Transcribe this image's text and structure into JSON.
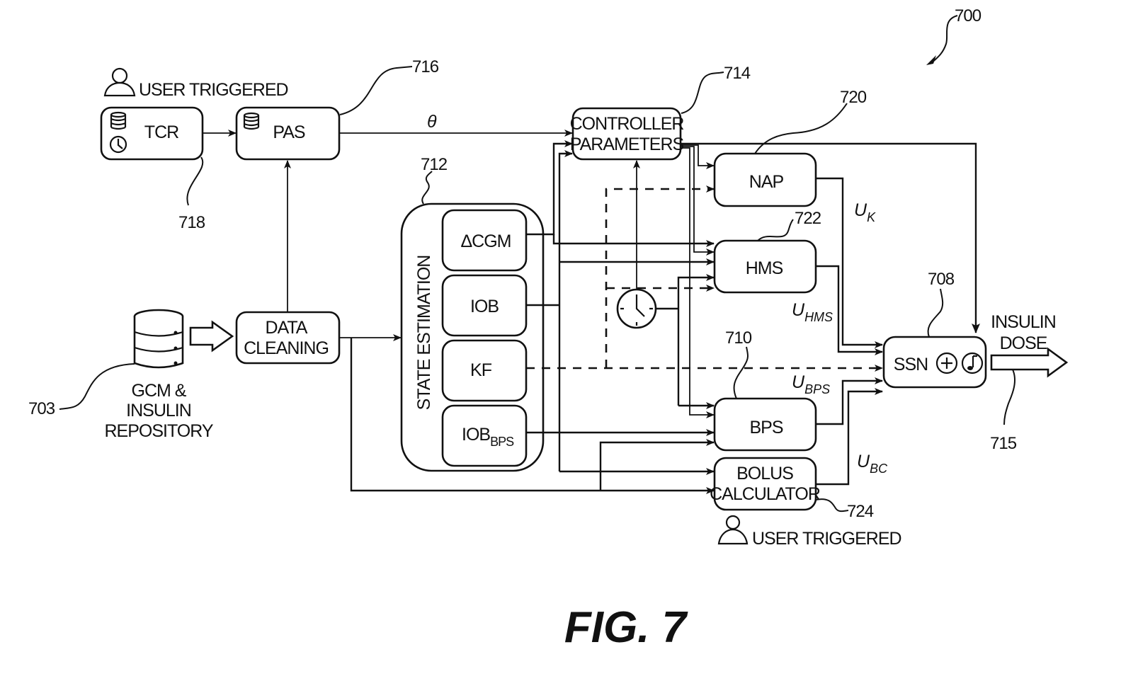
{
  "figure": {
    "caption": "FIG. 7",
    "reference": "700"
  },
  "blocks": {
    "tcr": {
      "label": "TCR",
      "ref": "718"
    },
    "pas": {
      "label": "PAS",
      "ref": "716"
    },
    "user_triggered_top": "USER TRIGGERED",
    "repository": {
      "lines": [
        "GCM &",
        "INSULIN",
        "REPOSITORY"
      ],
      "ref": "703"
    },
    "data_cleaning": {
      "lines": [
        "DATA",
        "CLEANING"
      ]
    },
    "state_estimation": {
      "title": "STATE ESTIMATION",
      "ref": "712",
      "modules": [
        {
          "label": "ΔCGM",
          "sub": ""
        },
        {
          "label": "IOB",
          "sub": ""
        },
        {
          "label": "KF",
          "sub": ""
        },
        {
          "label": "IOB",
          "sub": "BPS"
        }
      ]
    },
    "controller_parameters": {
      "lines": [
        "CONTROLLER",
        "PARAMETERS"
      ],
      "ref": "714"
    },
    "nap": {
      "label": "NAP",
      "ref": "720"
    },
    "hms": {
      "label": "HMS",
      "ref": "722"
    },
    "bps": {
      "label": "BPS",
      "ref": "710"
    },
    "bolus_calculator": {
      "lines": [
        "BOLUS",
        "CALCULATOR"
      ],
      "ref": "724"
    },
    "user_triggered_bottom": "USER TRIGGERED",
    "ssn": {
      "label": "SSN",
      "ref": "708"
    },
    "output": {
      "lines": [
        "INSULIN",
        "DOSE"
      ],
      "ref": "715"
    }
  },
  "signals": {
    "theta": "θ",
    "uk": {
      "base": "U",
      "sub": "K"
    },
    "uhms": {
      "base": "U",
      "sub": "HMS"
    },
    "ubps": {
      "base": "U",
      "sub": "BPS"
    },
    "ubc": {
      "base": "U",
      "sub": "BC"
    }
  },
  "icons": {
    "user": "person-icon",
    "database": "database-icon",
    "clock": "clock-icon",
    "plus": "circled-plus-icon",
    "note": "music-note-icon"
  }
}
